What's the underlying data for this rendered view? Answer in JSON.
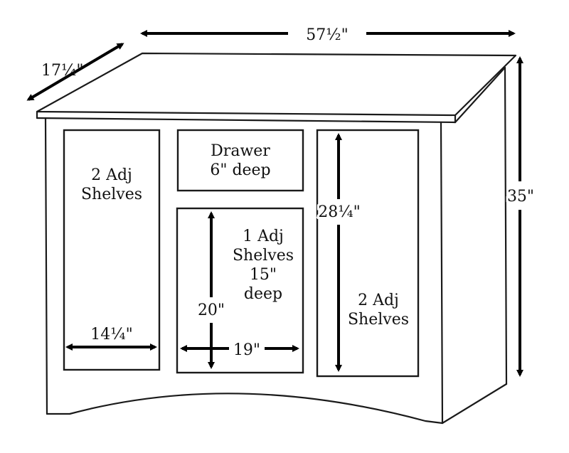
{
  "dimensions": {
    "width": "57½\"",
    "depth": "17¼\"",
    "height": "35\"",
    "side_section_height": "28¼\"",
    "left_section_width": "14¼\"",
    "door_height": "20\"",
    "door_width": "19\""
  },
  "sections": {
    "left": {
      "line1": "2 Adj",
      "line2": "Shelves"
    },
    "drawer": {
      "line1": "Drawer",
      "line2": "6\" deep"
    },
    "center": {
      "line1": "1 Adj",
      "line2": "Shelves",
      "line3": "15\"",
      "line4": "deep"
    },
    "right": {
      "line1": "2 Adj",
      "line2": "Shelves"
    }
  }
}
